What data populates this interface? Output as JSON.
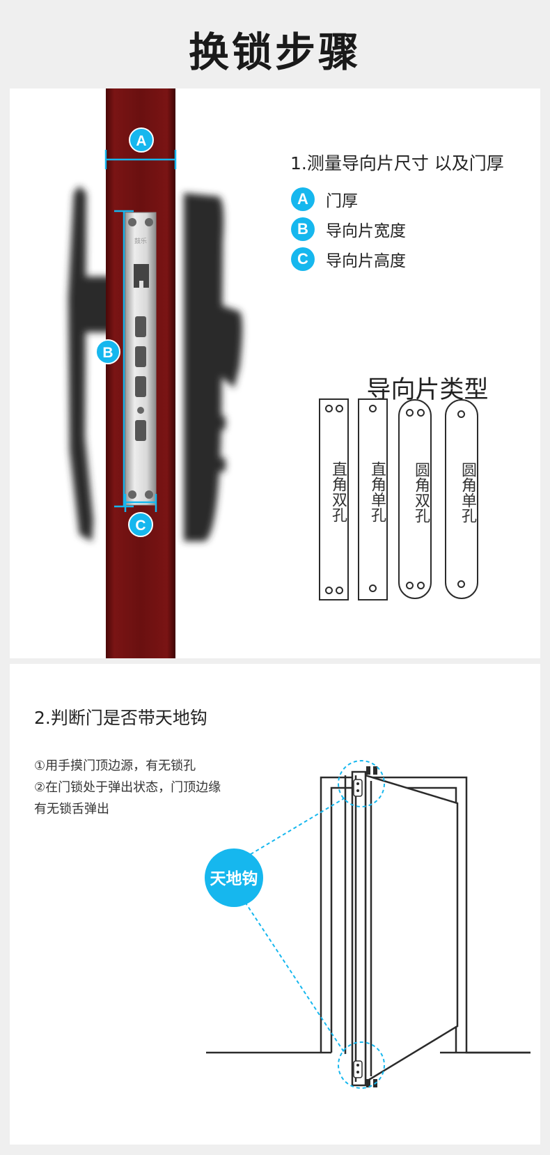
{
  "page": {
    "title": "换锁步骤"
  },
  "step1": {
    "heading": "1.测量导向片尺寸 以及门厚",
    "markers": {
      "a": "A",
      "b": "B",
      "c": "C"
    },
    "legend": [
      {
        "badge": "A",
        "label": "门厚"
      },
      {
        "badge": "B",
        "label": "导向片宽度"
      },
      {
        "badge": "C",
        "label": "导向片高度"
      }
    ],
    "plate_brand": "鼓乐"
  },
  "types": {
    "title": "导向片类型",
    "items": [
      {
        "label": "直角双孔"
      },
      {
        "label": "直角单孔"
      },
      {
        "label": "圆角双孔"
      },
      {
        "label": "圆角单孔"
      }
    ]
  },
  "step2": {
    "heading": "2.判断门是否带天地钩",
    "notes": [
      "①用手摸门顶边源，有无锁孔",
      "②在门锁处于弹出状态，门顶边缘",
      "有无锁舌弹出"
    ],
    "callout": "天地钩"
  },
  "colors": {
    "accent": "#16b7ee",
    "door": "#6e1010",
    "ink": "#2b2b2b"
  }
}
